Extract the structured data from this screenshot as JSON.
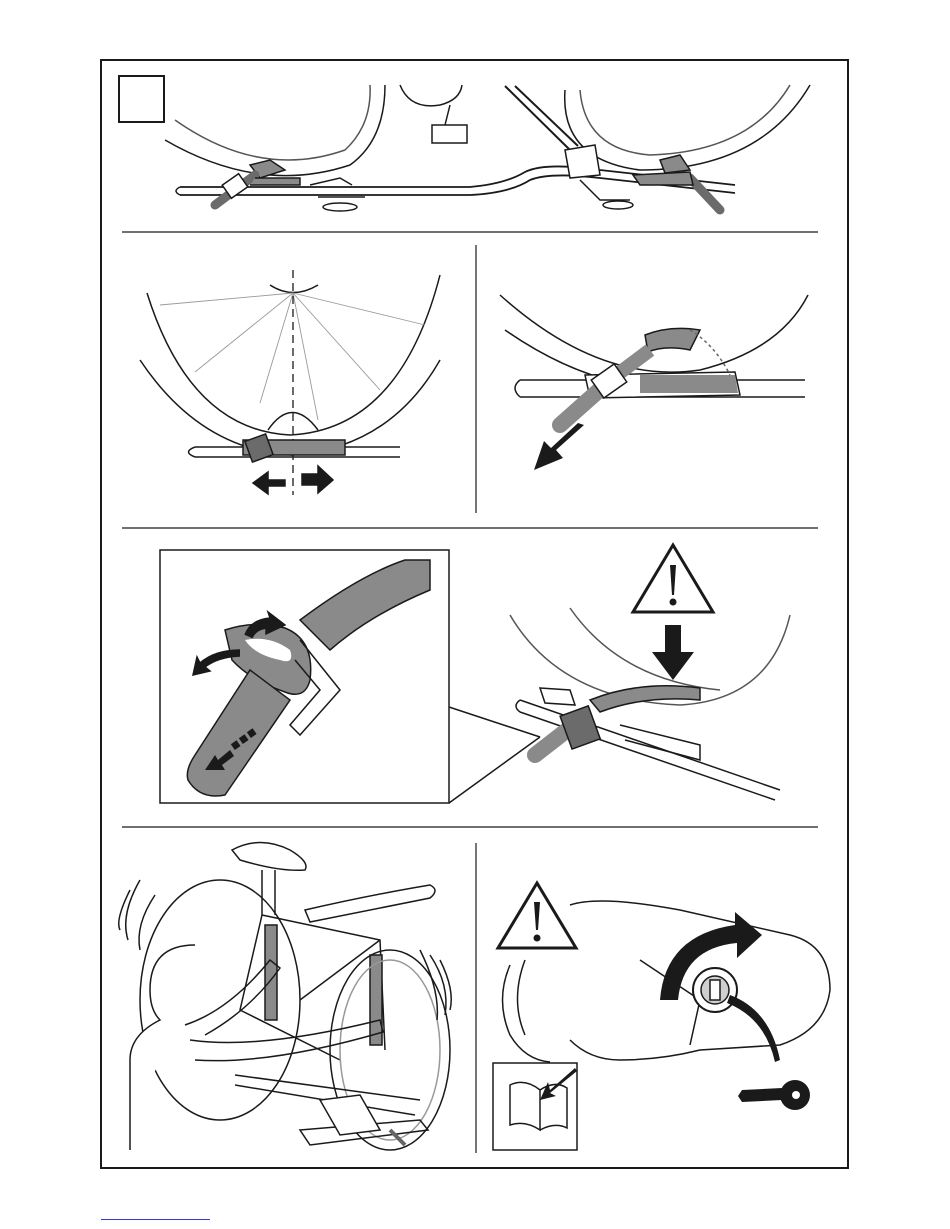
{
  "document": {
    "type": "assembly instruction sheet",
    "step_box_label": "",
    "colors": {
      "line": "#1a1a1a",
      "strap": "#8a8a8a",
      "strap_dark": "#6b6b6b",
      "arrow": "#1a1a1a",
      "light_line": "#9a9a9a"
    },
    "panels": [
      {
        "id": "overview",
        "icon": "bike-on-rack-side-view"
      },
      {
        "id": "center-wheel",
        "icon": "center-wheel-on-tray-arrows"
      },
      {
        "id": "pull-strap",
        "icon": "pull-wheel-strap-arrow"
      },
      {
        "id": "strap-release-detail",
        "icon": "strap-buckle-release-detail"
      },
      {
        "id": "press-warning",
        "icon": "warning-press-down"
      },
      {
        "id": "mount-bike",
        "icon": "person-lifting-bike-onto-rack"
      },
      {
        "id": "lock-warning",
        "icon": "warning-lock-with-key"
      }
    ],
    "icons": [
      "warning-triangle-icon",
      "manual-book-icon",
      "key-icon",
      "lock-cylinder-icon"
    ]
  }
}
